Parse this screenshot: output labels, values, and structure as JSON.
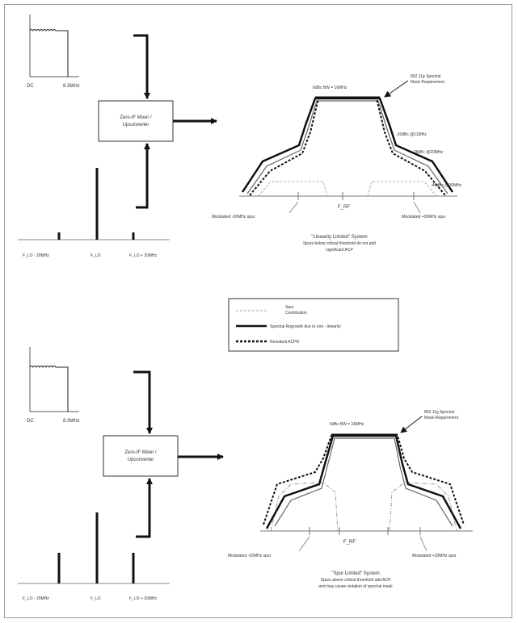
{
  "top": {
    "baseband": {
      "dc_label": "DC",
      "edge_label": "8.3MHz"
    },
    "mixer_line1": "Zero-IF Mixer /",
    "mixer_line2": "Upconverter",
    "lo_spectrum": {
      "left_label": "F_LO - 20MHz",
      "center_label": "F_LO",
      "right_label": "F_LO + 20MHz"
    },
    "output": {
      "bw_label": "6dBc BW = 16MHz",
      "req_line1": "802.11g Spectral",
      "req_line2": "Mask Requirement",
      "m1": "-20dBc @11MHz",
      "m2": "-28dBc @20MHz",
      "m3": "-40dBc @30MHz",
      "left_spur": "Modulated -20MHz spur",
      "right_spur": "Modulated +20MHz spur",
      "center": "F_RF"
    },
    "caption1": "\"Linearity Limited\" System",
    "caption2": "Spurs below critical threshold do not add",
    "caption3": "significant ACP"
  },
  "legend": {
    "spur_line1": "Spur",
    "spur_line2": "Contribution",
    "regrowth": "Spectral Regrowth due to non - linearity",
    "resultant": "Resultant ACPR"
  },
  "bottom": {
    "baseband": {
      "dc_label": "DC",
      "edge_label": "8.3MHz"
    },
    "mixer_line1": "Zero-IF Mixer /",
    "mixer_line2": "Upconverter",
    "lo_spectrum": {
      "left_label": "F_LO - 20MHz",
      "center_label": "F_LO",
      "right_label": "F_LO + 20MHz"
    },
    "output": {
      "bw_label": "6dBc BW = 16MHz",
      "req_line1": "802.11g Spectral",
      "req_line2": "Mask Requirement",
      "left_spur": "Modulated -20MHz spur",
      "right_spur": "Modulated +20MHz spur",
      "center": "F_RF"
    },
    "caption1": "\"Spur Limited\" System",
    "caption2": "Spurs above critical threshold add ACP",
    "caption3": "and may cause violation of spectral mask"
  },
  "colors": {
    "line": "#111111",
    "spur": "#aaaaaa",
    "text": "#333333"
  }
}
